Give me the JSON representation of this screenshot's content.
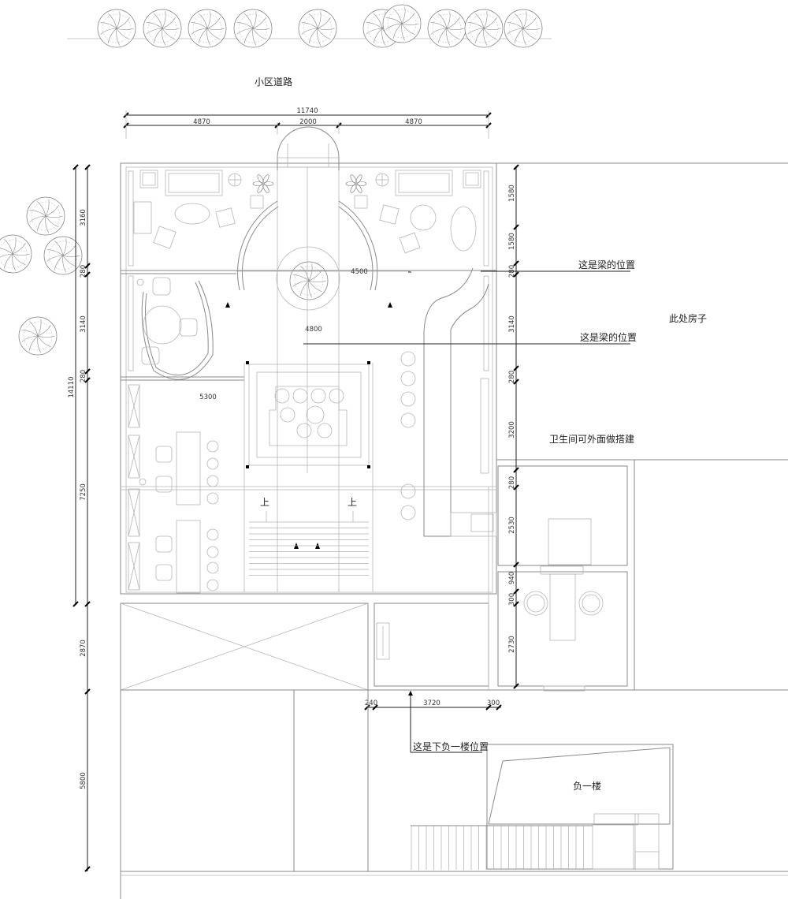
{
  "labels": {
    "road": "小区道路",
    "beam_1": "这是梁的位置",
    "beam_2": "这是梁的位置",
    "house": "此处房子",
    "toilet": "卫生间可外面做搭建",
    "basement_pos": "这是下负一楼位置",
    "basement": "负一楼",
    "stair_up_1": "上",
    "stair_up_2": "上"
  },
  "dimensions": {
    "top_total": "11740",
    "top_left": "4870",
    "top_mid": "2000",
    "top_right": "4870",
    "left_total": "14110",
    "left_1": "3160",
    "left_2": "280",
    "left_3": "3140",
    "left_4": "280",
    "left_5": "7250",
    "left_6": "2870",
    "left_7": "5800",
    "right_1": "1580",
    "right_2": "1580",
    "right_3": "280",
    "right_4": "3140",
    "right_5": "280",
    "right_6": "3200",
    "right_7": "280",
    "right_8": "2530",
    "right_9": "940",
    "right_10": "300",
    "right_11": "2730",
    "inner_4500": "4500",
    "inner_4800": "4800",
    "inner_5300": "5300",
    "bottom_1": "240",
    "bottom_2": "3720",
    "bottom_3": "300"
  }
}
